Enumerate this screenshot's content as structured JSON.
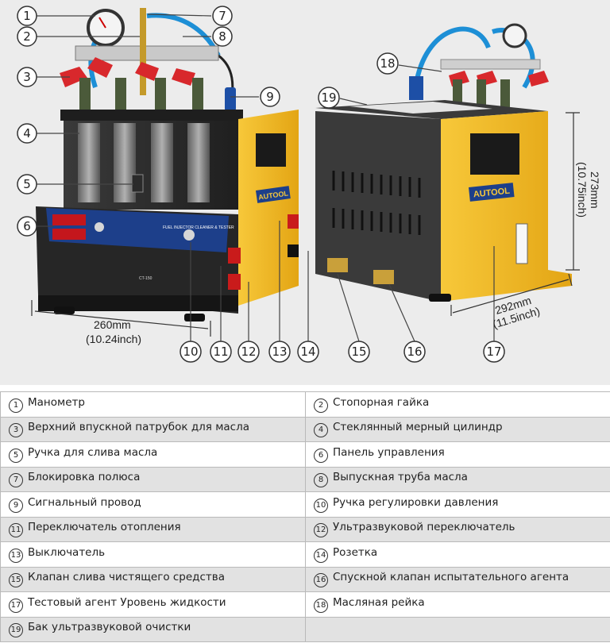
{
  "callouts": [
    "1",
    "2",
    "3",
    "4",
    "5",
    "6",
    "7",
    "8",
    "9",
    "10",
    "11",
    "12",
    "13",
    "14",
    "15",
    "16",
    "17",
    "18",
    "19"
  ],
  "brand": "AUTOOL",
  "panel_text": "FUEL INJECTOR CLEANER & TESTER",
  "panel_model": "CT-150",
  "dimensions": {
    "width_mm": "260mm",
    "width_in": "(10.24inch)",
    "depth_mm": "292mm",
    "depth_in": "(11.5inch)",
    "height_mm": "273mm",
    "height_in": "(10.75inch)"
  },
  "legend": [
    {
      "num": "1",
      "text": "Манометр"
    },
    {
      "num": "2",
      "text": "Стопорная гайка"
    },
    {
      "num": "3",
      "text": "Верхний впускной патрубок для масла"
    },
    {
      "num": "4",
      "text": "Стеклянный мерный цилиндр"
    },
    {
      "num": "5",
      "text": "Ручка для слива масла"
    },
    {
      "num": "6",
      "text": "Панель управления"
    },
    {
      "num": "7",
      "text": "Блокировка полюса"
    },
    {
      "num": "8",
      "text": "Выпускная труба масла"
    },
    {
      "num": "9",
      "text": "Сигнальный провод"
    },
    {
      "num": "10",
      "text": "Ручка регулировки давления"
    },
    {
      "num": "11",
      "text": "Переключатель отопления"
    },
    {
      "num": "12",
      "text": "Ультразвуковой переключатель"
    },
    {
      "num": "13",
      "text": "Выключатель"
    },
    {
      "num": "14",
      "text": "Розетка"
    },
    {
      "num": "15",
      "text": "Клапан слива чистящего средства"
    },
    {
      "num": "16",
      "text": "Спускной клапан испытательного агента"
    },
    {
      "num": "17",
      "text": "Тестовый агент Уровень жидкости"
    },
    {
      "num": "18",
      "text": "Масляная рейка"
    },
    {
      "num": "19",
      "text": "Бак ультразвуковой очистки"
    }
  ],
  "colors": {
    "body_yellow": "#f2b81c",
    "body_black": "#2a2a2a",
    "panel_blue": "#1d3f8a",
    "clip_red": "#d8282c",
    "hose_blue": "#1d8fd6",
    "row_alt": "#e2e2e2"
  }
}
